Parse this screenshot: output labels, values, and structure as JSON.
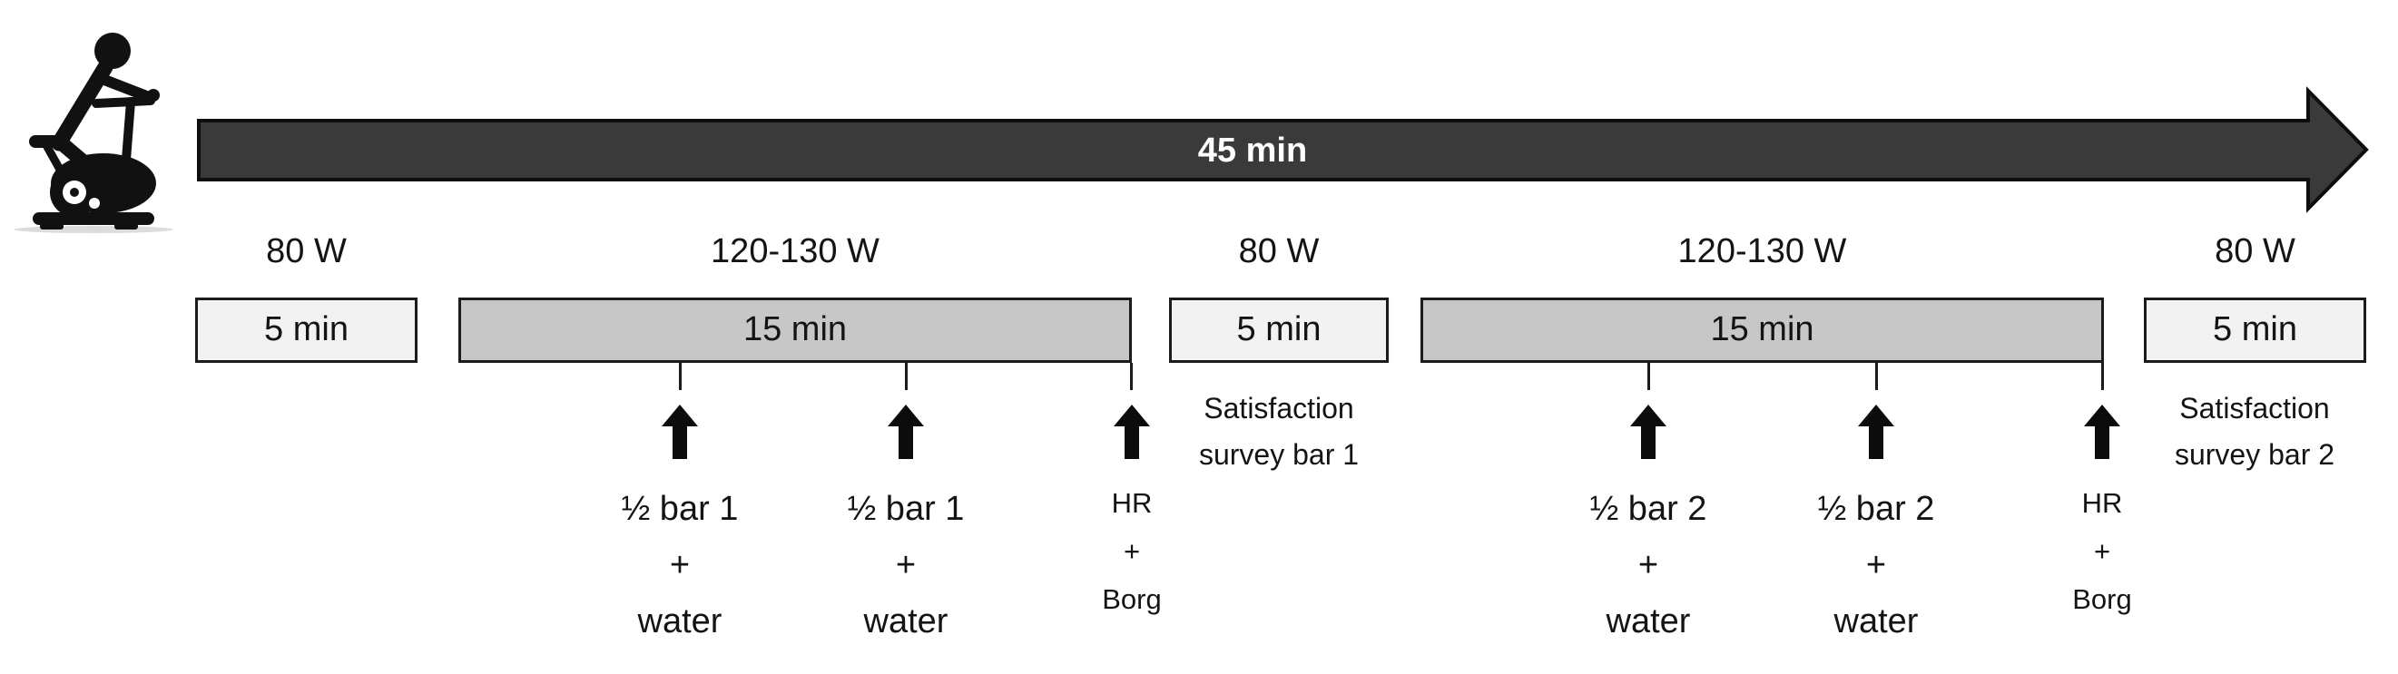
{
  "figure": {
    "description": "Cycling exercise protocol timeline",
    "timeline": {
      "label": "45 min"
    },
    "icon": {
      "name": "exercise-bike-icon"
    },
    "segments": [
      {
        "power": "80 W",
        "duration": "5 min",
        "style": "light"
      },
      {
        "power": "120-130 W",
        "duration": "15 min",
        "style": "gray"
      },
      {
        "power": "80 W",
        "duration": "5 min",
        "style": "light"
      },
      {
        "power": "120-130 W",
        "duration": "15 min",
        "style": "gray"
      },
      {
        "power": "80 W",
        "duration": "5 min",
        "style": "light"
      }
    ],
    "events": [
      {
        "lines": [
          "½ bar 1",
          "+",
          "water"
        ]
      },
      {
        "lines": [
          "½ bar 1",
          "+",
          "water"
        ]
      },
      {
        "lines": [
          "HR",
          "+",
          "Borg"
        ]
      },
      {
        "lines": [
          "½ bar 2",
          "+",
          "water"
        ]
      },
      {
        "lines": [
          "½ bar 2",
          "+",
          "water"
        ]
      },
      {
        "lines": [
          "HR",
          "+",
          "Borg"
        ]
      }
    ],
    "surveys": [
      {
        "lines": [
          "Satisfaction",
          "survey bar 1"
        ]
      },
      {
        "lines": [
          "Satisfaction",
          "survey bar 2"
        ]
      }
    ],
    "colors": {
      "arrow_fill": "#3a3a3a",
      "arrow_stroke": "#0e0e0e",
      "box_light": "#f2f2f2",
      "box_gray": "#c7c7c7",
      "border": "#1b1b1b",
      "text": "#141414",
      "timeline_text": "#ffffff"
    }
  }
}
